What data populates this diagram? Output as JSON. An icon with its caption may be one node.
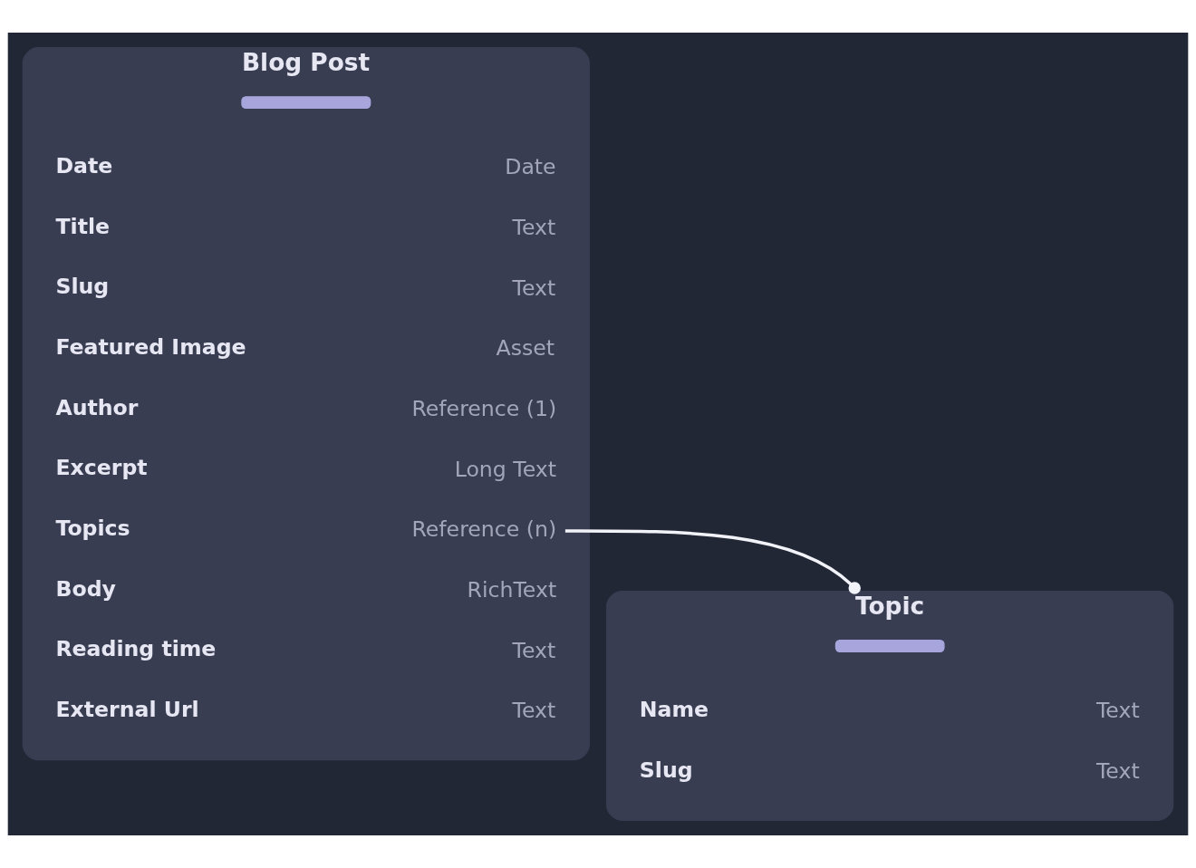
{
  "diagram": {
    "nodes": [
      {
        "text": [
          "Blog Post"
        ]
      },
      {
        "text": [
          "Date",
          "Date"
        ],
        "in": 0
      },
      {
        "text": [
          "Title",
          "Text"
        ],
        "in": 0
      },
      {
        "text": [
          "Slug",
          "Text"
        ],
        "in": 0
      },
      {
        "text": [
          "Featured Image",
          "Asset"
        ],
        "in": 0
      },
      {
        "text": [
          "Author",
          "Reference (1)"
        ],
        "in": 0
      },
      {
        "text": [
          "Excerpt",
          "Long Text"
        ],
        "in": 0
      },
      {
        "text": [
          "Topics",
          "Reference (n)"
        ],
        "in": 0
      },
      {
        "text": [
          "Body",
          "RichText"
        ],
        "in": 0
      },
      {
        "text": [
          "Reading time",
          "Text"
        ],
        "in": 0
      },
      {
        "text": [
          "External Url",
          "Text"
        ],
        "in": 0
      },
      {
        "text": [
          "Topic"
        ]
      },
      {
        "text": [
          "Name",
          "Text"
        ],
        "in": 11
      },
      {
        "text": [
          "Slug",
          "Text"
        ],
        "in": 11
      }
    ],
    "edges": [
      {
        "from": 7,
        "to": 11,
        "arrow": "other"
      }
    ]
  }
}
